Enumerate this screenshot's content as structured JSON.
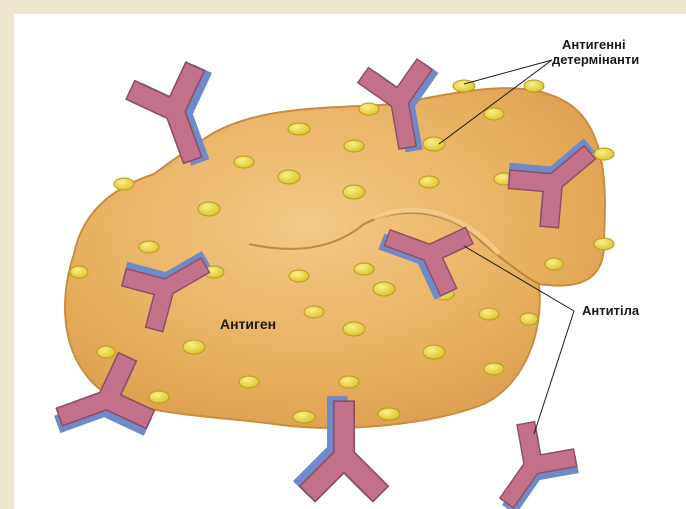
{
  "diagram": {
    "labels": {
      "determinants_line1": "Антигенні",
      "determinants_line2": "детермінанти",
      "antibodies": "Антитіла",
      "antigen": "Антиген"
    },
    "colors": {
      "antigen_fill": "#e8b060",
      "antigen_edge": "#c98d3f",
      "determinant": "#e9d43a",
      "antibody_face": "#c3708a",
      "antibody_side": "#6f8ac8",
      "page_background": "#efe6d2",
      "canvas": "#ffffff"
    }
  }
}
